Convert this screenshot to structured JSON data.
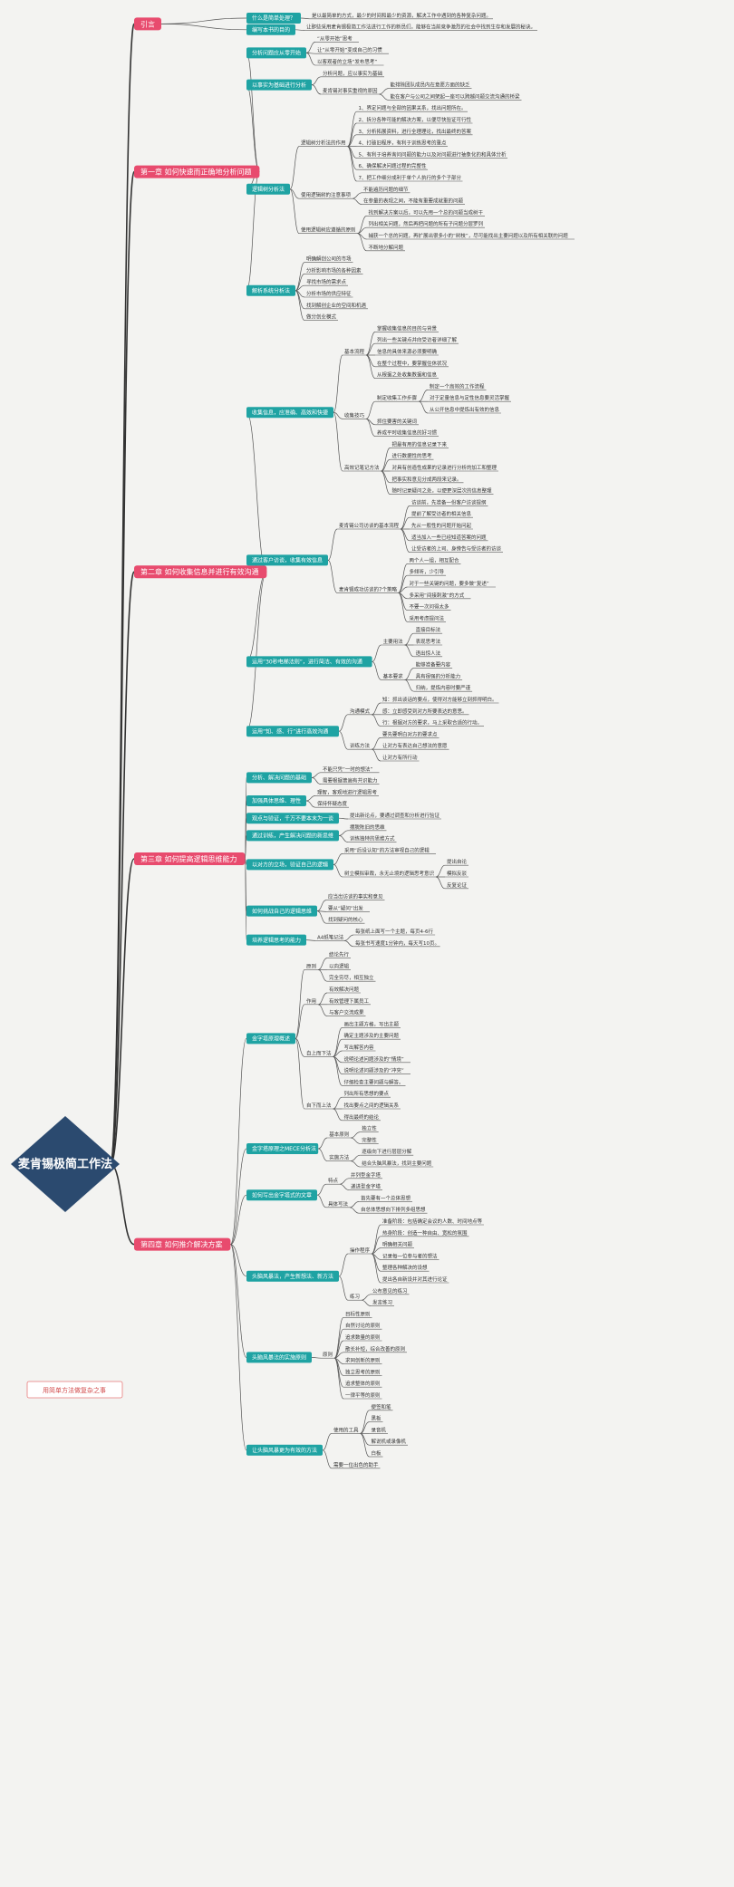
{
  "root": {
    "title": "麦肯锡极简工作法"
  },
  "side_label": "用简单方法做复杂之事",
  "colors": {
    "root": "#2b4a6f",
    "main": "#e84b6e",
    "sub": "#1fa3a3",
    "line": "#333333"
  },
  "tree": [
    {
      "label": "引言",
      "children": [
        {
          "label": "什么是简单处理？",
          "children": [
            {
              "label": "是以最简单的方式，最少的时间和最少的资源，解决工作中遇到的各种复杂问题。"
            }
          ]
        },
        {
          "label": "编写本书的目的",
          "children": [
            {
              "label": "让那些采用麦肯锡极简工作法进行工作的新员们，能够在当前竞争激烈的社会中找到生存和发展的秘诀。"
            }
          ]
        }
      ]
    },
    {
      "label": "第一章 如何快速而正确地分析问题",
      "children": [
        {
          "label": "分析问题应从零开始",
          "children": [
            {
              "label": "“从零开始”思考"
            },
            {
              "label": "让“从零开始”变成自己的习惯"
            },
            {
              "label": "以客观者的立场“发布思考”"
            }
          ]
        },
        {
          "label": "以事实为基础进行分析",
          "children": [
            {
              "label": "分析问题，应以事实为基础"
            },
            {
              "label": "麦肯锡对事实重视的原因",
              "children": [
                {
                  "label": "能排除团队成员内在意愿方面的缺乏"
                },
                {
                  "label": "能在客户与公司之间架起一座可以跨越问题交流沟通的桥梁"
                }
              ]
            }
          ]
        },
        {
          "label": "逻辑树分析法",
          "children": [
            {
              "label": "逻辑树分析法的作用",
              "children": [
                {
                  "label": "1、界定问题与全部的因果关系，找出问题所在。"
                },
                {
                  "label": "2、拆分各种可能的解决方案，以便尽快验证可行性"
                },
                {
                  "label": "3、分析拓展资料，进行全理理论，找出最终的答案"
                },
                {
                  "label": "4、打破旧程序，有利于训练思考的重点"
                },
                {
                  "label": "5、有利于培养询问问题的能力以及对问题进行抽象化的和具体分析"
                },
                {
                  "label": "6、确保解决问题过程的完整性"
                },
                {
                  "label": "7、把工作细分成利于单个人执行的多个子部分"
                }
              ]
            },
            {
              "label": "使用逻辑树的注意事项",
              "children": [
                {
                  "label": "不能遍历问题的细节"
                },
                {
                  "label": "在参量的表现之间，不能有重要成就重的问题"
                }
              ]
            },
            {
              "label": "使用逻辑树应遵循的原则",
              "children": [
                {
                  "label": "找到解决方案以后，可以先用一个总的问题当成树干"
                },
                {
                  "label": "列出相关问题，然后再把问题的所有子问题分层罗列"
                },
                {
                  "label": "捕获一个总的问题，再扩展出很多小的“树枝”，尽可能找出主要问题以及所有相关联的问题"
                },
                {
                  "label": "不断地分解问题"
                }
              ]
            }
          ]
        },
        {
          "label": "解析系统分析法",
          "children": [
            {
              "label": "明确解创公司的市场"
            },
            {
              "label": "分析影响市场的各种因素"
            },
            {
              "label": "寻找市场的需求点"
            },
            {
              "label": "分析市场的供应特征"
            },
            {
              "label": "找到解创企业的空间和机遇"
            },
            {
              "label": "做分创业模式"
            }
          ]
        }
      ]
    },
    {
      "label": "第二章 如何收集信息并进行有效沟通",
      "children": [
        {
          "label": "收集信息，应准确、高效和快捷",
          "children": [
            {
              "label": "基本流程",
              "children": [
                {
                  "label": "掌握收集信息的目的与背景"
                },
                {
                  "label": "列出一些关键点并向受访者详细了解"
                },
                {
                  "label": "信息的具体来源必须要明确"
                },
                {
                  "label": "在整个过程中，要掌握住休状况"
                },
                {
                  "label": "从根据之处收集数据和信息"
                }
              ]
            },
            {
              "label": "收集技巧",
              "children": [
                {
                  "label": "制定收集工作步骤",
                  "children": [
                    {
                      "label": "制定一个高效的工作流程"
                    },
                    {
                      "label": "对于定量信息与定性信息要灵活掌握"
                    },
                    {
                      "label": "从公开信息中提炼出有效的信息"
                    }
                  ]
                },
                {
                  "label": "抓住要害的关键词"
                },
                {
                  "label": "养成平时收集信息的好习惯"
                }
              ]
            },
            {
              "label": "高效记笔记方法",
              "children": [
                {
                  "label": "把最有用的信息记录下来"
                },
                {
                  "label": "进行数据性的思考"
                },
                {
                  "label": "对具有创造性成果的记录进行分析的加工和整理"
                },
                {
                  "label": "把事实和意见分成两段来记录。"
                },
                {
                  "label": "随时记录疑问之处，以便更深层次的信息整理"
                }
              ]
            }
          ]
        },
        {
          "label": "通过客户访谈，收集有效信息",
          "children": [
            {
              "label": "麦肯锡公司访谈的基本流程",
              "children": [
                {
                  "label": "访谈前，先准备一份客户访谈提纲"
                },
                {
                  "label": "提前了解受访者的相关信息"
                },
                {
                  "label": "先从一般性的问题开始问起"
                },
                {
                  "label": "适当加入一些已经知道答案的问题"
                },
                {
                  "label": "让受访者的上司、身傍告与受访者的访谈"
                }
              ]
            },
            {
              "label": "麦肯锡成功访谈的7个策略",
              "children": [
                {
                  "label": "两个人一组，相互配合"
                },
                {
                  "label": "多倾听，少引导"
                },
                {
                  "label": "对于一些关键的问题，要多做“复述”"
                },
                {
                  "label": "多采用“间接刺激”的方式"
                },
                {
                  "label": "不要一次问得太多"
                },
                {
                  "label": "采用考虑提问法"
                }
              ]
            }
          ]
        },
        {
          "label": "运用“30秒电梯法则”，进行简洁、有效的沟通",
          "children": [
            {
              "label": "主要用法",
              "children": [
                {
                  "label": "直接目标法"
                },
                {
                  "label": "表现思考法"
                },
                {
                  "label": "语出惊人法"
                }
              ]
            },
            {
              "label": "基本要求",
              "children": [
                {
                  "label": "能够准备要内容"
                },
                {
                  "label": "具有很强的分析能力"
                },
                {
                  "label": "归纳，提炼内容时要严谨"
                }
              ]
            }
          ]
        },
        {
          "label": "运用“知、感、行”进行高效沟通",
          "children": [
            {
              "label": "沟通模式",
              "children": [
                {
                  "label": "知：抓出谈话的要点，使得对方能够立刻抓得明白。"
                },
                {
                  "label": "感：立即感受到对方所要表达的意思。"
                },
                {
                  "label": "行：根据对方的要求，马上采取合适的行动。"
                }
              ]
            },
            {
              "label": "训练方法",
              "children": [
                {
                  "label": "要先要明白对方的要求点"
                },
                {
                  "label": "让对方有表达自己想法的意愿"
                },
                {
                  "label": "让对方有所行动"
                }
              ]
            }
          ]
        }
      ]
    },
    {
      "label": "第三章 如何提高逻辑思维能力",
      "children": [
        {
          "label": "分析、解决问题的基础",
          "children": [
            {
              "label": "不能只凭“一时的想法”"
            },
            {
              "label": "需要根据普遍有共识能力"
            }
          ]
        },
        {
          "label": "加强具体思维、理性",
          "children": [
            {
              "label": "理智，客观地进行逻辑思考"
            },
            {
              "label": "保持怀疑态度"
            }
          ]
        },
        {
          "label": "观点与验证，千万不要本末为一谈",
          "children": [
            {
              "label": "提出新论点，要通过调查和分析进行验证"
            }
          ]
        },
        {
          "label": "通过训练，产生解决问题的新思维",
          "children": [
            {
              "label": "摆脱陈旧的思维"
            },
            {
              "label": "训练独特的思维方式"
            }
          ]
        },
        {
          "label": "以对方的立场，验证自己的逻辑",
          "children": [
            {
              "label": "采用“后设认知”的方法审视自己的逻辑"
            },
            {
              "label": "树立模拟审裁，永无止境的逻辑思考意识",
              "children": [
                {
                  "label": "提出自论"
                },
                {
                  "label": "模拟反驳"
                },
                {
                  "label": "反复论证"
                }
              ]
            }
          ]
        },
        {
          "label": "如何挑战自己的逻辑思维",
          "children": [
            {
              "label": "应当出访谈的事实和意见"
            },
            {
              "label": "要从“疑问”出发"
            },
            {
              "label": "找到疑问的核心"
            }
          ]
        },
        {
          "label": "培养逻辑思考的能力",
          "children": [
            {
              "label": "A4纸笔记法",
              "children": [
                {
                  "label": "每张纸上面写一个主题，每页4-6行"
                },
                {
                  "label": "每张书写速度1分钟内，每天写10页。"
                }
              ]
            }
          ]
        }
      ]
    },
    {
      "label": "第四章 如何推介解决方案",
      "children": [
        {
          "label": "金字塔原理概述",
          "children": [
            {
              "label": "原则",
              "children": [
                {
                  "label": "结论先行"
                },
                {
                  "label": "以向逻辑"
                },
                {
                  "label": "完全穷尽，相互独立"
                }
              ]
            },
            {
              "label": "作用",
              "children": [
                {
                  "label": "有效解决问题"
                },
                {
                  "label": "有效管理下属员工"
                },
                {
                  "label": "与客户交流成果"
                }
              ]
            },
            {
              "label": "自上而下法",
              "children": [
                {
                  "label": "画出主题方格，写出主题"
                },
                {
                  "label": "确定主题涉及的主要问题"
                },
                {
                  "label": "写出解答内容"
                },
                {
                  "label": "说明论述问题涉及的“情境”"
                },
                {
                  "label": "说明论述问题涉及的“冲突”"
                },
                {
                  "label": "仔细检查主要问题与解答。"
                }
              ]
            },
            {
              "label": "自下而上法",
              "children": [
                {
                  "label": "列出所有思想的要点"
                },
                {
                  "label": "找出要点之间的逻辑关系"
                },
                {
                  "label": "得出最终的结论"
                }
              ]
            }
          ]
        },
        {
          "label": "金字塔原理之MECE分析法",
          "children": [
            {
              "label": "基本原则",
              "children": [
                {
                  "label": "独立性"
                },
                {
                  "label": "完整性"
                }
              ]
            },
            {
              "label": "实施方法",
              "children": [
                {
                  "label": "逐级向下进行层层分解"
                },
                {
                  "label": "结合头脑风暴法，找到主要问题"
                }
              ]
            }
          ]
        },
        {
          "label": "如何写出金字塔式的文章",
          "children": [
            {
              "label": "特点",
              "children": [
                {
                  "label": "并列型金字塔"
                },
                {
                  "label": "递进型金字塔"
                }
              ]
            },
            {
              "label": "具体写法",
              "children": [
                {
                  "label": "首先要有一个总体思想"
                },
                {
                  "label": "自总体思想向下排列多组思想"
                }
              ]
            }
          ]
        },
        {
          "label": "头脑风暴法，产生新想法、新方法",
          "children": [
            {
              "label": "操作程序",
              "children": [
                {
                  "label": "准备阶段：包括确定会议的人数、时间地点等"
                },
                {
                  "label": "热身阶段：创造一种自由、宽松的氛围"
                },
                {
                  "label": "明确相关问题"
                },
                {
                  "label": "记录每一位参与者的想法"
                },
                {
                  "label": "整理各种解决的设想"
                },
                {
                  "label": "提出各自新设并对其进行论证"
                }
              ]
            },
            {
              "label": "练习",
              "children": [
                {
                  "label": "公布意见的练习"
                },
                {
                  "label": "发言练习"
                }
              ]
            }
          ]
        },
        {
          "label": "头脑风暴法的实施原则",
          "children": [
            {
              "label": "原则",
              "children": [
                {
                  "label": "目标性原则"
                },
                {
                  "label": "自然讨论的原则"
                },
                {
                  "label": "追求数量的原则"
                },
                {
                  "label": "散长补短，综合改善的原则"
                },
                {
                  "label": "求同创新的原则"
                },
                {
                  "label": "独立思考的原则"
                },
                {
                  "label": "追求整体的原则"
                },
                {
                  "label": "一律平等的原则"
                }
              ]
            }
          ]
        },
        {
          "label": "让头脑风暴更为有效的方法",
          "children": [
            {
              "label": "使用的工具",
              "children": [
                {
                  "label": "便签和笔"
                },
                {
                  "label": "黑板"
                },
                {
                  "label": "录音机"
                },
                {
                  "label": "解说机或录像机"
                },
                {
                  "label": "白板"
                }
              ]
            },
            {
              "label": "需要一位出色的助手"
            }
          ]
        }
      ]
    }
  ]
}
